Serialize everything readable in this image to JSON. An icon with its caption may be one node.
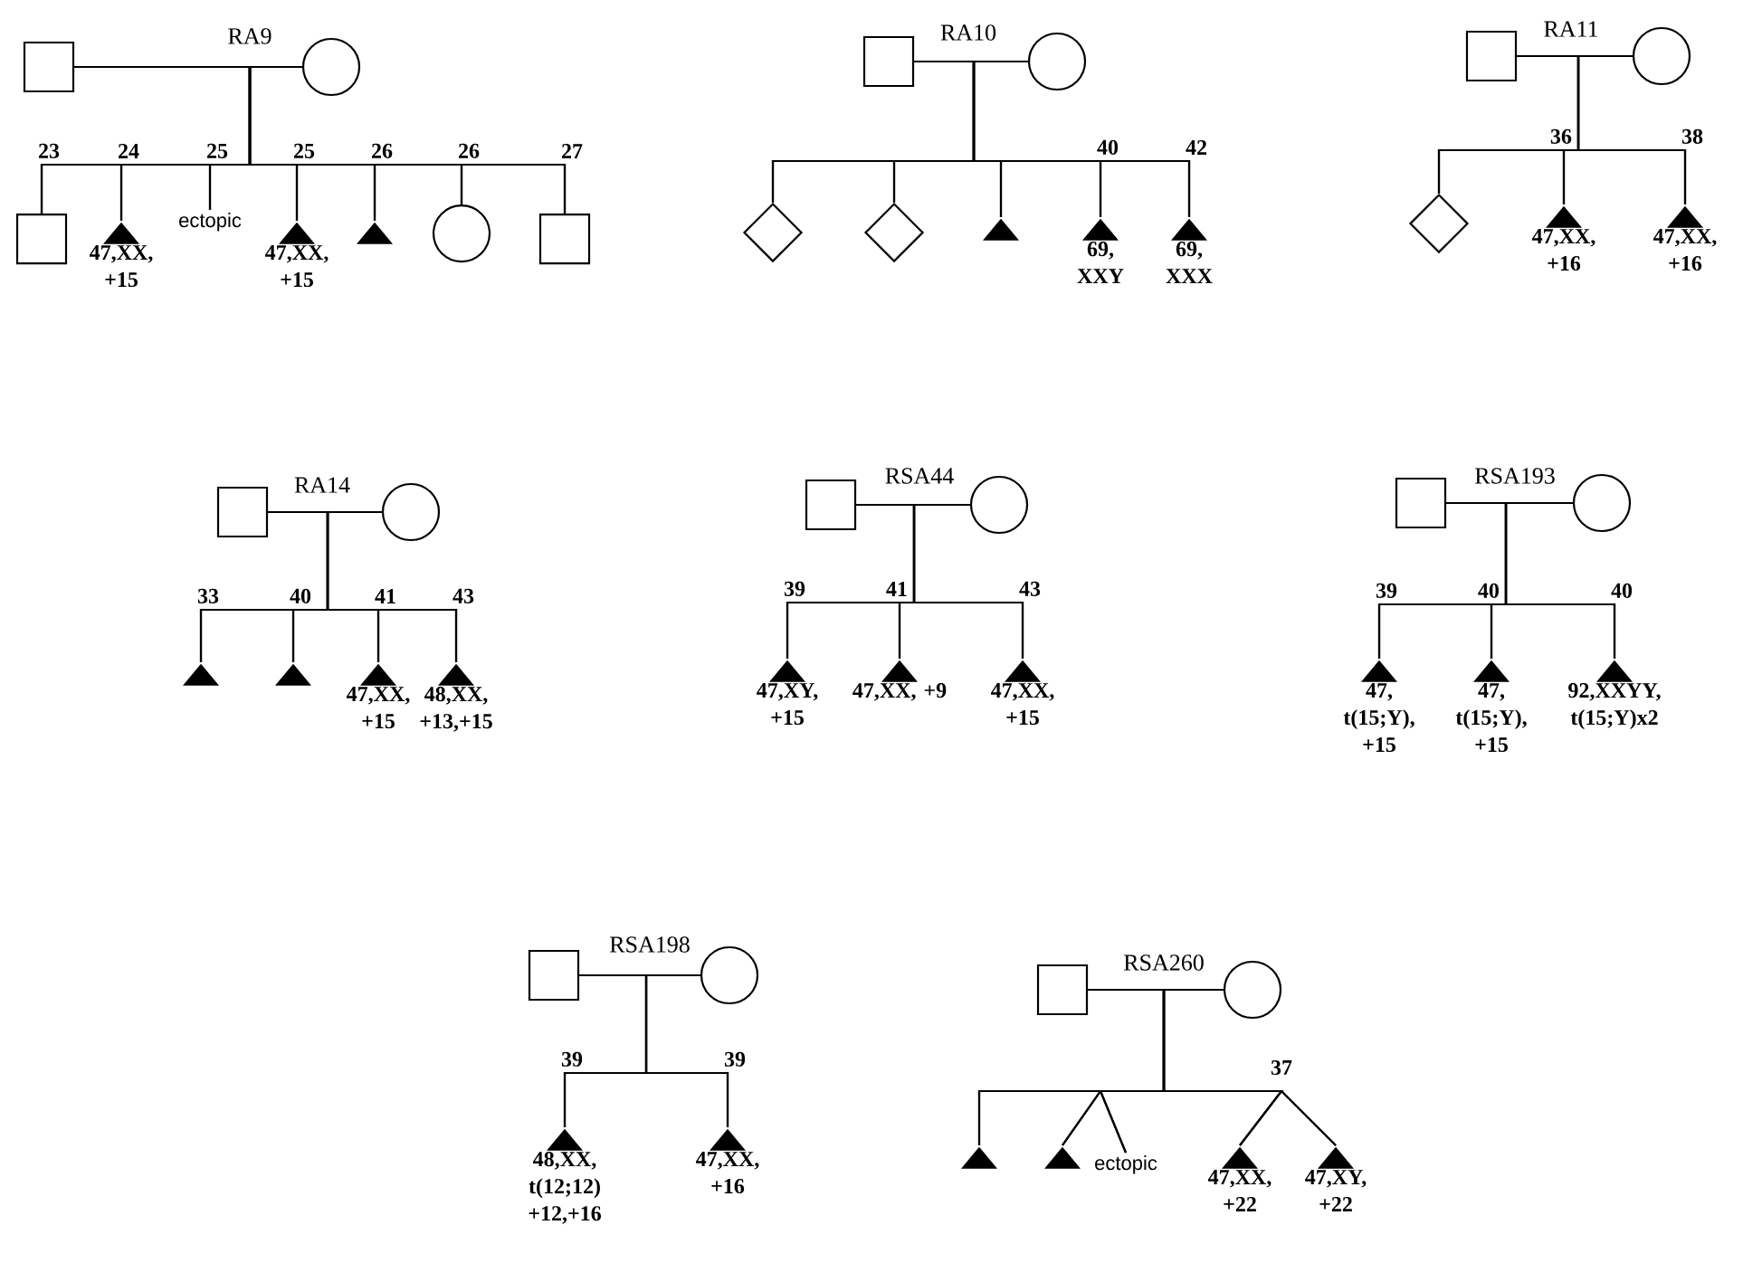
{
  "diagram": {
    "nodes": [
      {
        "text": [],
        "shape": "box"
      },
      {
        "text": [],
        "shape": "circle"
      },
      {
        "text": [],
        "shape": "box",
        "beside": [
          "23"
        ]
      },
      {
        "text": [],
        "shape": "triangle",
        "beside": [
          "24",
          "47,XX, +15"
        ]
      },
      {
        "text": [
          "ectopic"
        ],
        "beside": [
          "25"
        ]
      },
      {
        "text": [],
        "shape": "triangle",
        "beside": [
          "25",
          "47,XX, +15"
        ]
      },
      {
        "text": [],
        "shape": "triangle",
        "beside": [
          "26"
        ]
      },
      {
        "text": [],
        "shape": "circle",
        "beside": [
          "26"
        ]
      },
      {
        "text": [],
        "shape": "box",
        "beside": [
          "27"
        ]
      },
      {
        "text": [],
        "shape": "box"
      },
      {
        "text": [],
        "shape": "circle"
      },
      {
        "text": [],
        "shape": "diamond"
      },
      {
        "text": [],
        "shape": "diamond"
      },
      {
        "text": [],
        "shape": "triangle"
      },
      {
        "text": [],
        "shape": "triangle",
        "beside": [
          "40",
          "69, XXY"
        ]
      },
      {
        "text": [],
        "shape": "triangle",
        "beside": [
          "42",
          "69, XXX"
        ]
      },
      {
        "text": [],
        "shape": "box"
      },
      {
        "text": [],
        "shape": "circle"
      },
      {
        "text": [],
        "shape": "diamond"
      },
      {
        "text": [],
        "shape": "triangle",
        "beside": [
          "36",
          "47,XX, +16"
        ]
      },
      {
        "text": [],
        "shape": "triangle",
        "beside": [
          "38",
          "47,XX, +16"
        ]
      },
      {
        "text": [],
        "shape": "box"
      },
      {
        "text": [],
        "shape": "circle"
      },
      {
        "text": [],
        "shape": "triangle",
        "beside": [
          "33"
        ]
      },
      {
        "text": [],
        "shape": "triangle",
        "beside": [
          "40"
        ]
      },
      {
        "text": [],
        "shape": "triangle",
        "beside": [
          "41",
          "47,XX, +15"
        ]
      },
      {
        "text": [],
        "shape": "triangle",
        "beside": [
          "43",
          "48,XX, +13,+15"
        ]
      },
      {
        "text": [],
        "shape": "box"
      },
      {
        "text": [],
        "shape": "circle"
      },
      {
        "text": [],
        "shape": "triangle",
        "beside": [
          "39",
          "47,XY, +15"
        ]
      },
      {
        "text": [],
        "shape": "triangle",
        "beside": [
          "41",
          "47,XX, +9"
        ]
      },
      {
        "text": [],
        "shape": "triangle",
        "beside": [
          "43",
          "47,XX, +15"
        ]
      },
      {
        "text": [],
        "shape": "box"
      },
      {
        "text": [],
        "shape": "circle"
      },
      {
        "text": [],
        "shape": "triangle",
        "beside": [
          "39",
          "47, t(15;Y), +15"
        ]
      },
      {
        "text": [],
        "shape": "triangle",
        "beside": [
          "40",
          "47, t(15;Y), +15"
        ]
      },
      {
        "text": [],
        "shape": "triangle",
        "beside": [
          "40",
          "92,XXYY, t(15;Y)x2"
        ]
      },
      {
        "text": [],
        "shape": "box"
      },
      {
        "text": [],
        "shape": "circle"
      },
      {
        "text": [],
        "shape": "triangle",
        "beside": [
          "39",
          "48,XX, t(12;12) +12,+16"
        ]
      },
      {
        "text": [],
        "shape": "triangle",
        "beside": [
          "39",
          "47,XX, +16"
        ]
      },
      {
        "text": [],
        "shape": "box"
      },
      {
        "text": [],
        "shape": "circle"
      },
      {
        "text": [],
        "shape": "triangle"
      },
      {
        "text": [],
        "shape": "triangle"
      },
      {
        "text": [
          "ectopic"
        ]
      },
      {
        "text": [],
        "shape": "triangle",
        "beside": [
          "47,XX, +22"
        ]
      },
      {
        "text": [],
        "shape": "triangle",
        "beside": [
          "47,XY, +22"
        ]
      }
    ],
    "edges": [
      {
        "from": 0,
        "to": 1,
        "arrow": "none"
      },
      {
        "from": 0,
        "to": 2,
        "arrow": "none"
      },
      {
        "from": 1,
        "to": 2,
        "arrow": "none"
      },
      {
        "from": 0,
        "to": 3,
        "arrow": "none"
      },
      {
        "from": 1,
        "to": 3,
        "arrow": "none"
      },
      {
        "from": 0,
        "to": 4,
        "arrow": "none"
      },
      {
        "from": 1,
        "to": 4,
        "arrow": "none"
      },
      {
        "from": 0,
        "to": 5,
        "arrow": "none"
      },
      {
        "from": 1,
        "to": 5,
        "arrow": "none"
      },
      {
        "from": 0,
        "to": 6,
        "arrow": "none"
      },
      {
        "from": 1,
        "to": 6,
        "arrow": "none"
      },
      {
        "from": 0,
        "to": 7,
        "arrow": "none"
      },
      {
        "from": 1,
        "to": 7,
        "arrow": "none"
      },
      {
        "from": 0,
        "to": 8,
        "arrow": "none"
      },
      {
        "from": 1,
        "to": 8,
        "arrow": "none"
      },
      {
        "from": 9,
        "to": 10,
        "arrow": "none"
      },
      {
        "from": 9,
        "to": 11,
        "arrow": "none"
      },
      {
        "from": 10,
        "to": 11,
        "arrow": "none"
      },
      {
        "from": 9,
        "to": 12,
        "arrow": "none"
      },
      {
        "from": 10,
        "to": 12,
        "arrow": "none"
      },
      {
        "from": 9,
        "to": 13,
        "arrow": "none"
      },
      {
        "from": 10,
        "to": 13,
        "arrow": "none"
      },
      {
        "from": 9,
        "to": 14,
        "arrow": "none"
      },
      {
        "from": 10,
        "to": 14,
        "arrow": "none"
      },
      {
        "from": 9,
        "to": 15,
        "arrow": "none"
      },
      {
        "from": 10,
        "to": 15,
        "arrow": "none"
      },
      {
        "from": 16,
        "to": 17,
        "arrow": "none"
      },
      {
        "from": 16,
        "to": 18,
        "arrow": "none"
      },
      {
        "from": 17,
        "to": 18,
        "arrow": "none"
      },
      {
        "from": 16,
        "to": 19,
        "arrow": "none"
      },
      {
        "from": 17,
        "to": 19,
        "arrow": "none"
      },
      {
        "from": 16,
        "to": 20,
        "arrow": "none"
      },
      {
        "from": 17,
        "to": 20,
        "arrow": "none"
      },
      {
        "from": 21,
        "to": 22,
        "arrow": "none"
      },
      {
        "from": 21,
        "to": 23,
        "arrow": "none"
      },
      {
        "from": 22,
        "to": 23,
        "arrow": "none"
      },
      {
        "from": 21,
        "to": 24,
        "arrow": "none"
      },
      {
        "from": 22,
        "to": 24,
        "arrow": "none"
      },
      {
        "from": 21,
        "to": 25,
        "arrow": "none"
      },
      {
        "from": 22,
        "to": 25,
        "arrow": "none"
      },
      {
        "from": 21,
        "to": 26,
        "arrow": "none"
      },
      {
        "from": 22,
        "to": 26,
        "arrow": "none"
      },
      {
        "from": 27,
        "to": 28,
        "arrow": "none"
      },
      {
        "from": 27,
        "to": 29,
        "arrow": "none"
      },
      {
        "from": 28,
        "to": 29,
        "arrow": "none"
      },
      {
        "from": 27,
        "to": 30,
        "arrow": "none"
      },
      {
        "from": 28,
        "to": 30,
        "arrow": "none"
      },
      {
        "from": 27,
        "to": 31,
        "arrow": "none"
      },
      {
        "from": 28,
        "to": 31,
        "arrow": "none"
      },
      {
        "from": 32,
        "to": 33,
        "arrow": "none"
      },
      {
        "from": 32,
        "to": 34,
        "arrow": "none"
      },
      {
        "from": 33,
        "to": 34,
        "arrow": "none"
      },
      {
        "from": 32,
        "to": 35,
        "arrow": "none"
      },
      {
        "from": 33,
        "to": 35,
        "arrow": "none"
      },
      {
        "from": 32,
        "to": 36,
        "arrow": "none"
      },
      {
        "from": 33,
        "to": 36,
        "arrow": "none"
      },
      {
        "from": 37,
        "to": 38,
        "arrow": "none"
      },
      {
        "from": 37,
        "to": 39,
        "arrow": "none"
      },
      {
        "from": 38,
        "to": 39,
        "arrow": "none"
      },
      {
        "from": 37,
        "to": 40,
        "arrow": "none"
      },
      {
        "from": 38,
        "to": 40,
        "arrow": "none"
      },
      {
        "from": 41,
        "to": 42,
        "arrow": "none"
      },
      {
        "from": 41,
        "to": 43,
        "arrow": "none"
      },
      {
        "from": 42,
        "to": 43,
        "arrow": "none"
      },
      {
        "from": 41,
        "to": 44,
        "arrow": "none"
      },
      {
        "from": 42,
        "to": 44,
        "arrow": "none"
      },
      {
        "from": 41,
        "to": 45,
        "arrow": "none"
      },
      {
        "from": 42,
        "to": 45,
        "arrow": "none"
      },
      {
        "from": 41,
        "to": 46,
        "arrow": "none"
      },
      {
        "from": 42,
        "to": 46,
        "arrow": "none"
      },
      {
        "from": 41,
        "to": 47,
        "arrow": "none"
      },
      {
        "from": 42,
        "to": 47,
        "arrow": "none"
      }
    ],
    "labels": [
      "RA9",
      "RA10",
      "RA11",
      "RA14",
      "RSA44",
      "RSA193",
      "RSA198",
      "RSA260",
      "37"
    ]
  }
}
